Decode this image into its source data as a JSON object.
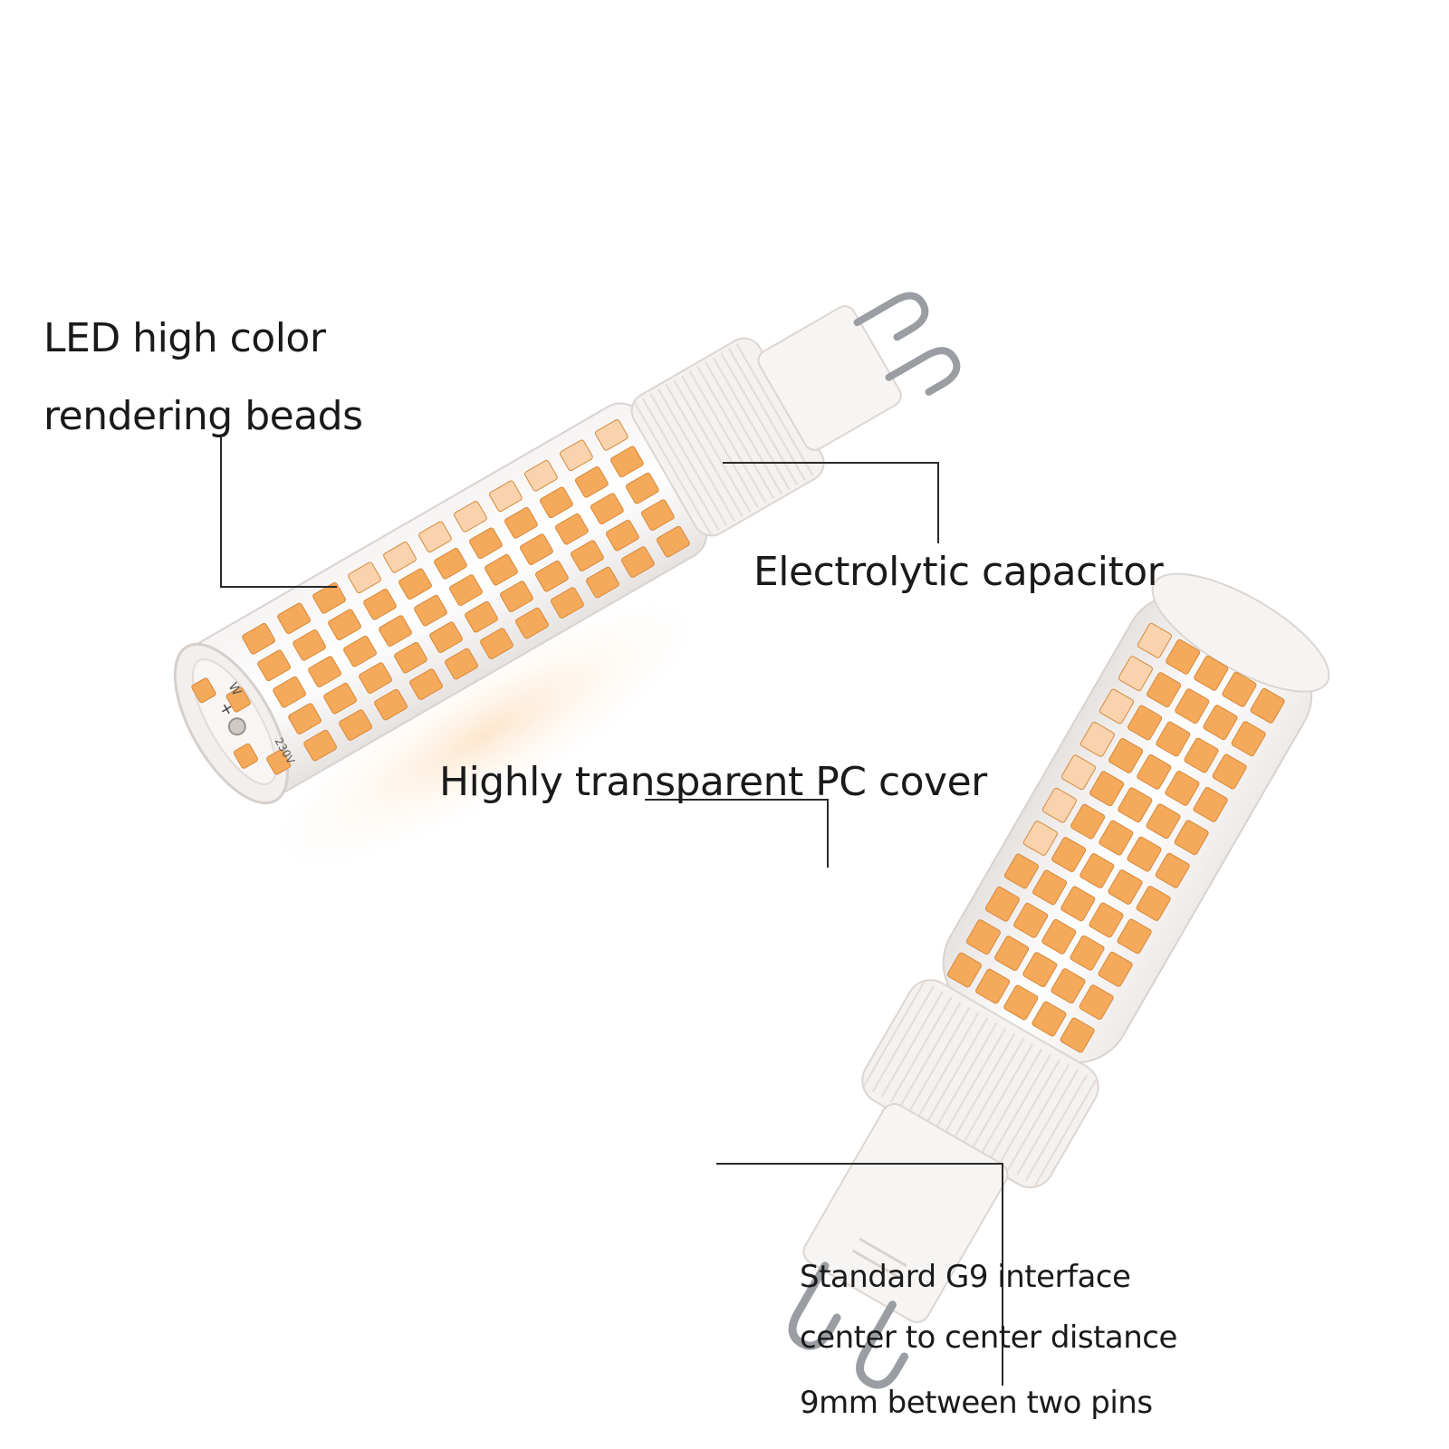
{
  "annotations": {
    "led_beads": {
      "line1": "LED high color",
      "line2": "rendering beads"
    },
    "capacitor": "Electrolytic capacitor",
    "pc_cover": "Highly transparent PC cover",
    "g9": {
      "line1": "Standard G9 interface",
      "line2": "center to center distance",
      "line3": "9mm between two pins"
    }
  },
  "end_cap_markings": {
    "wattage": "W",
    "plus": "+",
    "voltage": "230V"
  },
  "colors": {
    "led": "#f5a95a",
    "led_dim": "#f8d3ad",
    "cover": "#eeebea",
    "base": "#f4f1ef",
    "pin": "#9a9ea3",
    "line": "#2a2a2a",
    "text": "#1a1a1a"
  }
}
